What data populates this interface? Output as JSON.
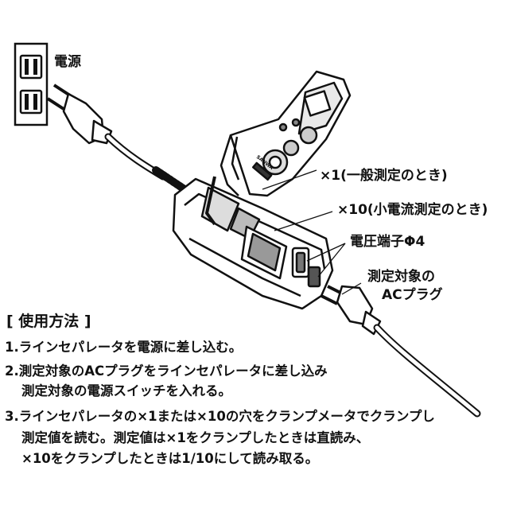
{
  "labels": {
    "power": "電源",
    "x1": "×1(一般測定のとき)",
    "x10": "×10(小電流測定のとき)",
    "terminal": "電圧端子Φ4",
    "target_line1": "測定対象の",
    "target_line2": "ACプラグ"
  },
  "meter": {
    "brand_mark": "SANWA"
  },
  "instructions": {
    "heading": "[ 使用方法 ]",
    "steps": [
      {
        "num": "1.",
        "lines": [
          "ラインセパレータを電源に差し込む。"
        ]
      },
      {
        "num": "2.",
        "lines": [
          "測定対象のACプラグをラインセパレータに差し込み",
          "測定対象の電源スイッチを入れる。"
        ]
      },
      {
        "num": "3.",
        "lines": [
          "ラインセパレータの×1または×10の穴をクランプメータでクランプし",
          "測定値を読む。測定値は×1をクランプしたときは直読み、",
          "×10をクランプしたときは1/10にして読み取る。"
        ]
      }
    ]
  }
}
